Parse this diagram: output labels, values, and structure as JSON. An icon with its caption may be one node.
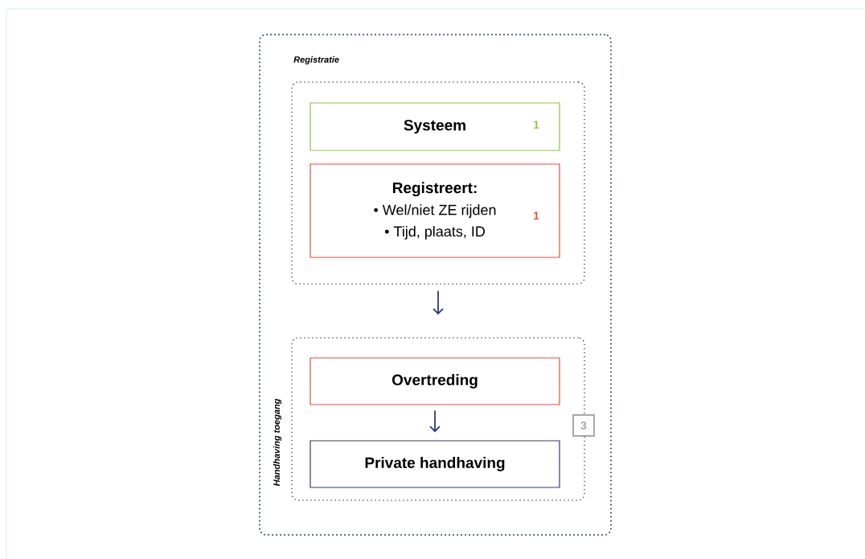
{
  "diagram": {
    "nodes": [
      {
        "text": [],
        "shape": "box"
      },
      {
        "text": [
          "Registratie"
        ],
        "in": 0
      },
      {
        "text": [
          "Systeem",
          "1"
        ],
        "in": 1
      },
      {
        "text": [
          "Registreert:",
          "• Wel/niet ZE rijden",
          "• Tijd, plaats, ID",
          "1"
        ],
        "in": 1
      },
      {
        "text": [
          "Handhaving toegang"
        ],
        "in": 0,
        "beside": [
          "3"
        ]
      },
      {
        "text": [
          "Overtreding"
        ],
        "in": 4
      },
      {
        "text": [
          "Private handhaving"
        ],
        "in": 4
      }
    ],
    "edges": [
      {
        "from": 1,
        "to": 4,
        "arrow": "to"
      },
      {
        "from": 5,
        "to": 6,
        "arrow": "to"
      }
    ]
  }
}
